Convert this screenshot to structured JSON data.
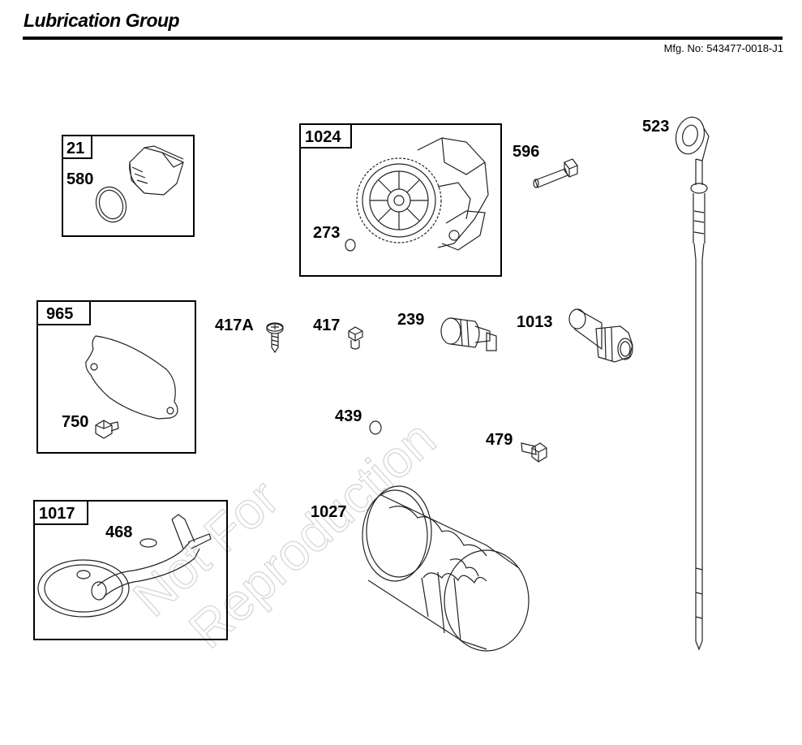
{
  "header": {
    "title": "Lubrication Group",
    "mfg_number": "Mfg. No: 543477-0018-J1"
  },
  "watermark": [
    "Not For",
    "Reproduction"
  ],
  "boxes": [
    {
      "id": "21"
    },
    {
      "id": "1024"
    },
    {
      "id": "965"
    },
    {
      "id": "1017"
    }
  ],
  "labels": {
    "p21": "21",
    "p580": "580",
    "p1024": "1024",
    "p273": "273",
    "p596": "596",
    "p523": "523",
    "p965": "965",
    "p750": "750",
    "p417a": "417A",
    "p417": "417",
    "p239": "239",
    "p1013": "1013",
    "p439": "439",
    "p479": "479",
    "p1017": "1017",
    "p468": "468",
    "p1027": "1027"
  }
}
